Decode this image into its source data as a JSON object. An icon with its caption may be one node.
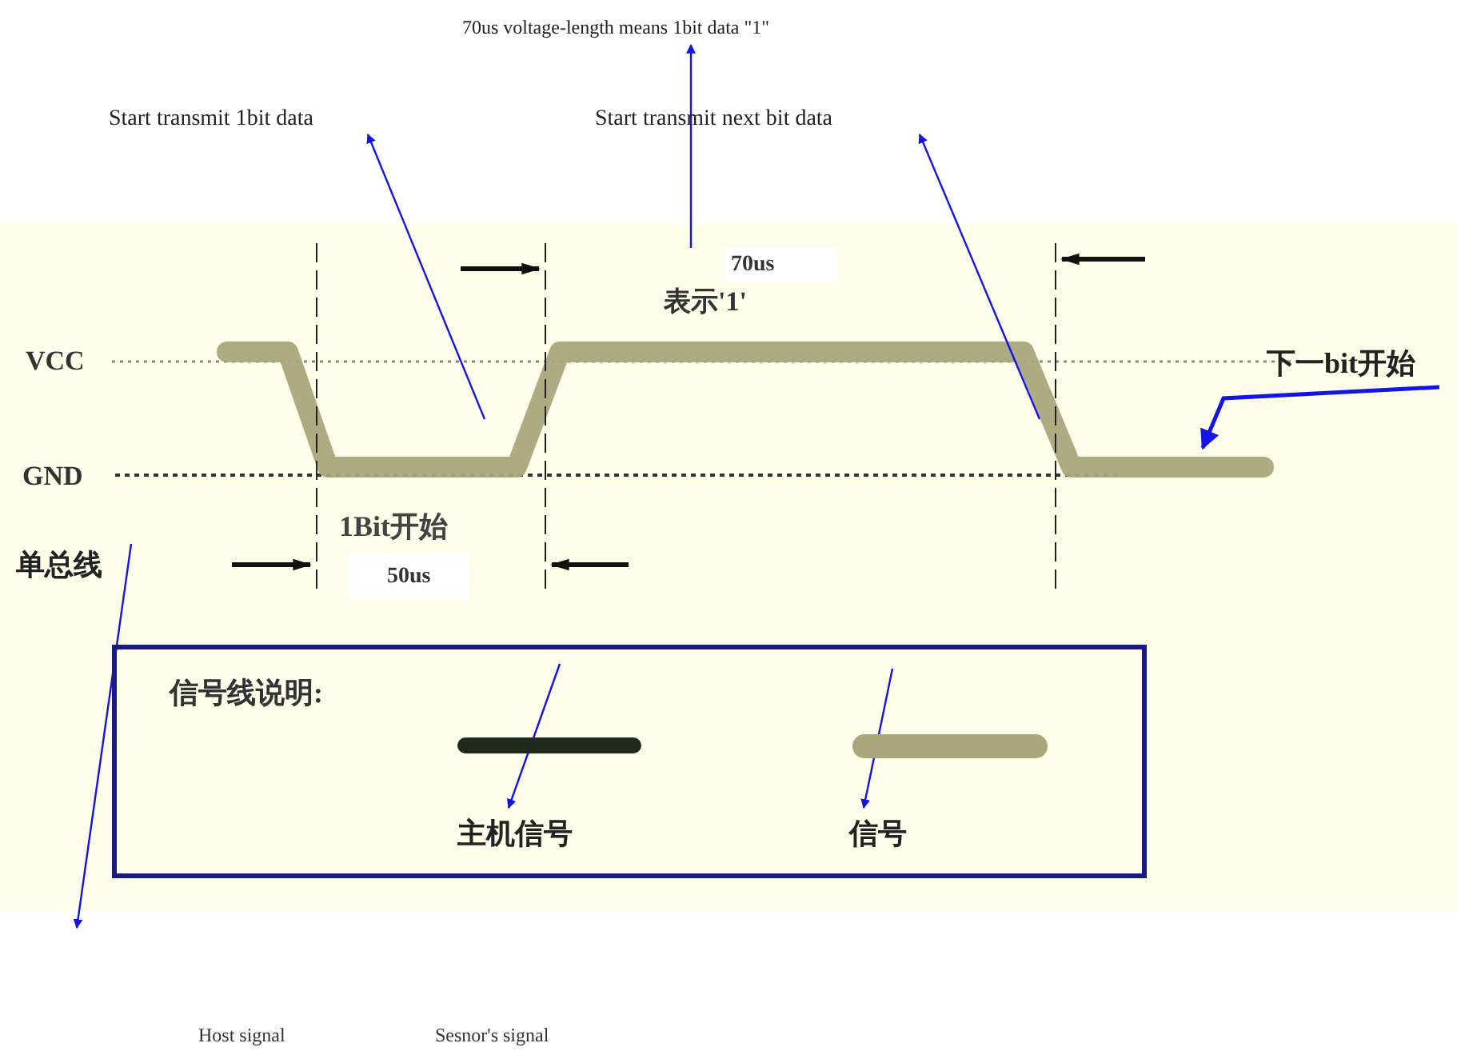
{
  "diagram": {
    "nodes": [
      {
        "text": [
          "70us voltage-length means 1bit data \"1\""
        ]
      },
      {
        "text": [
          "Start transmit 1bit data"
        ]
      },
      {
        "text": [
          "Start transmit next bit data"
        ]
      },
      {
        "text": [
          "70us",
          "表示'1'"
        ]
      },
      {
        "text": [
          "下一bit开始"
        ]
      },
      {
        "text": [
          "单总线"
        ]
      },
      {
        "text": [
          "信号线说明:"
        ]
      },
      {
        "text": [],
        "shape": "bar",
        "in": 6
      },
      {
        "text": [],
        "shape": "bar",
        "in": 6
      },
      {
        "text": [
          "主机信号"
        ],
        "in": 6
      },
      {
        "text": [
          "信号"
        ],
        "in": 6
      }
    ],
    "edges": [
      {
        "from": null,
        "to": 1,
        "arrow": "to"
      },
      {
        "from": 3,
        "to": 0,
        "arrow": "to"
      },
      {
        "from": null,
        "to": 2,
        "arrow": "to"
      },
      {
        "from": 4,
        "to": null,
        "arrow": "to"
      },
      {
        "from": 5,
        "to": null,
        "arrow": "to"
      },
      {
        "from": null,
        "to": 9,
        "arrow": "to"
      },
      {
        "from": null,
        "to": 10,
        "arrow": "to"
      }
    ],
    "labels": [
      "VCC",
      "GND",
      "1Bit开始",
      "50us",
      "Host signal",
      "Sesnor's signal"
    ]
  }
}
